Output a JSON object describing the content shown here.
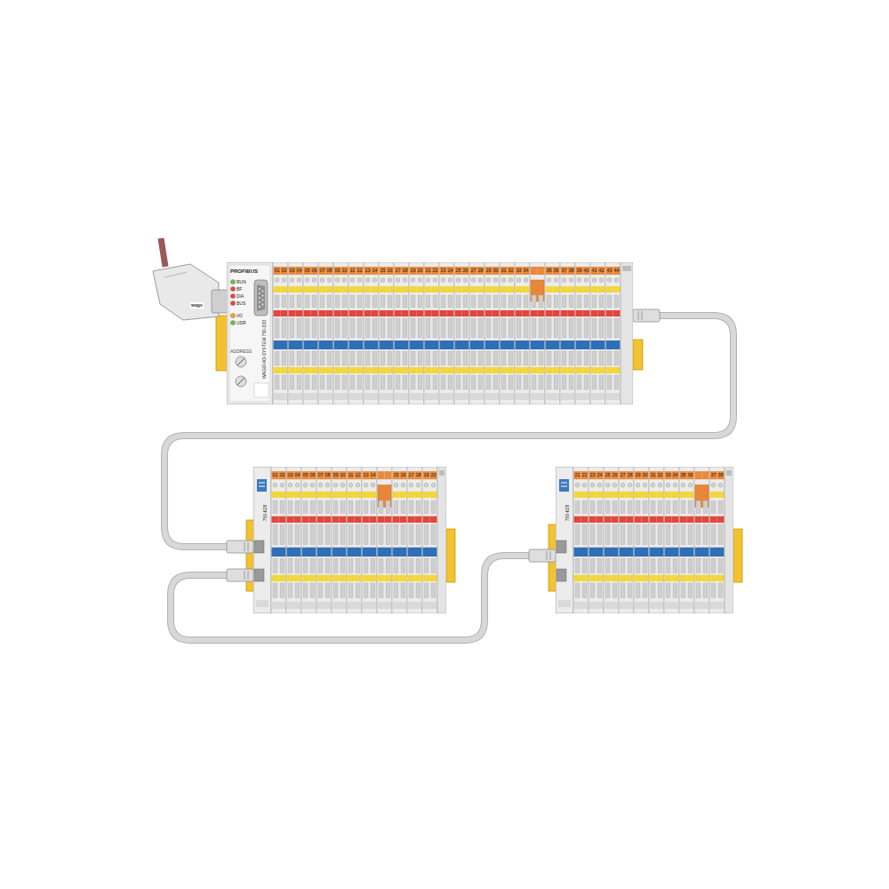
{
  "diagram": {
    "nodes": [
      {
        "text": [
          "PROFIBUS",
          "ADDRESS",
          "WAGO-I/O-SYSTEM 750-333"
        ]
      },
      {
        "text": [
          "750-628"
        ]
      },
      {
        "text": [
          "750-628"
        ]
      }
    ],
    "edges": [
      {
        "from": 0,
        "to": 1,
        "arrow": "none"
      },
      {
        "from": 1,
        "to": 2,
        "arrow": "none"
      }
    ],
    "labels": [
      "RUN",
      "BF",
      "DIA",
      "BUS",
      "I/O",
      "USR",
      "wago",
      "01",
      "02",
      "03",
      "04",
      "05",
      "06",
      "07",
      "08",
      "09",
      "10",
      "11",
      "12",
      "13",
      "14",
      "15",
      "16",
      "17",
      "18",
      "19",
      "20",
      "21",
      "22",
      "23",
      "24",
      "25",
      "26",
      "27",
      "28",
      "29",
      "30",
      "31",
      "32",
      "33",
      "34",
      "35",
      "36",
      "37",
      "38",
      "39",
      "40",
      "41",
      "42",
      "43",
      "44",
      "01",
      "02",
      "03",
      "04",
      "05",
      "06",
      "07",
      "08",
      "09",
      "10",
      "11",
      "12",
      "13",
      "14",
      "15",
      "16",
      "17",
      "18",
      "19",
      "20",
      "21",
      "22",
      "23",
      "24",
      "25",
      "26",
      "27",
      "28",
      "29",
      "30",
      "31",
      "32",
      "33",
      "34",
      "35",
      "36",
      "37",
      "38"
    ]
  }
}
